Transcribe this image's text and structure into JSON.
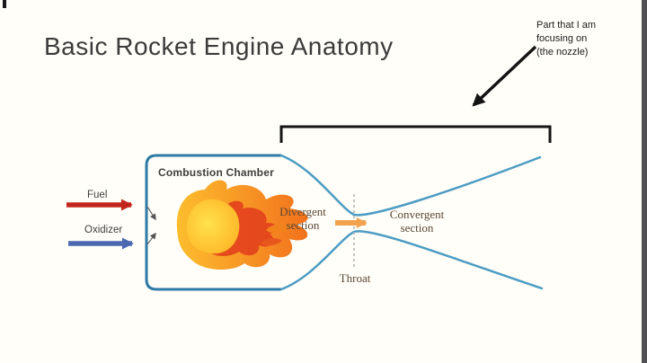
{
  "slide": {
    "title": "Basic Rocket Engine Anatomy",
    "background_color": "#fffef8"
  },
  "annotation": {
    "line1": "Part that I am",
    "line2": "focusing on",
    "line3": "(the nozzle)"
  },
  "diagram": {
    "combustion_chamber_label": "Combustion Chamber",
    "fuel_label": "Fuel",
    "oxidizer_label": "Oxidizer",
    "divergent_line1": "Divergent",
    "divergent_line2": "section",
    "convergent_line1": "Convergent",
    "convergent_line2": "section",
    "throat_label": "Throat",
    "icons": {
      "fuel_arrow": "right-arrow",
      "oxidizer_arrow": "right-arrow",
      "flow_arrow": "right-arrow",
      "annotation_arrow": "down-left-arrow",
      "flame": "flame-icon",
      "bracket": "top-brace",
      "throat_line": "vertical-dashed-line"
    },
    "colors": {
      "fuel_arrow": "#c3251c",
      "oxidizer_arrow": "#4c68b2",
      "flow_arrow": "#f2a14f",
      "chamber_outline": "#2e7ba6",
      "nozzle_outline": "#4d9cc4",
      "annotation_black": "#141414",
      "flame_outer": "#f69322",
      "flame_mid": "#e2401d",
      "flame_core": "#ffd43a",
      "throat_dash": "#b0b0b0"
    }
  }
}
